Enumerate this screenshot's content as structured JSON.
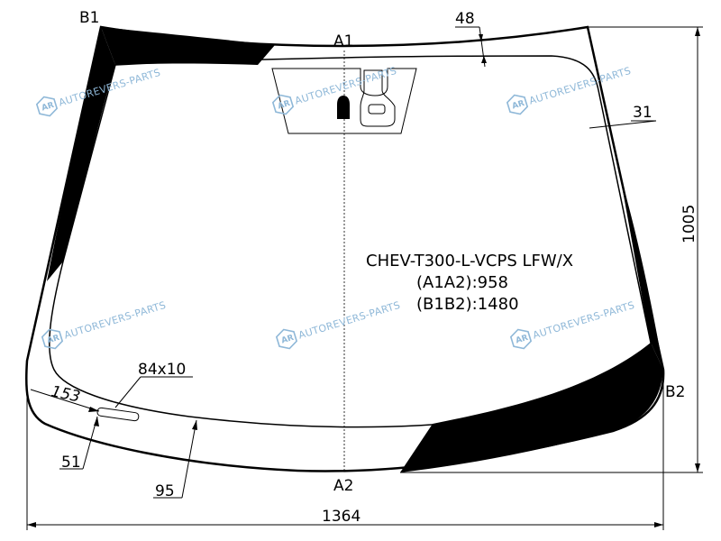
{
  "labels": {
    "b1": "B1",
    "b2": "B2",
    "a1": "A1",
    "a2": "A2"
  },
  "dimensions": {
    "top_band": "48",
    "side_band": "31",
    "height": "1005",
    "width": "1364",
    "corner": "153",
    "lower_edge": "51",
    "bottom_band": "95",
    "slot": "84x10"
  },
  "part": {
    "code": "CHEV-T300-L-VCPS LFW/X",
    "a1a2": "(A1A2):958",
    "b1b2": "(B1B2):1480"
  },
  "watermark": {
    "text": "AUTOREVERS-PARTS",
    "logo": "AR"
  },
  "colors": {
    "ink": "#000000",
    "watermark": "#8fb8d8"
  }
}
